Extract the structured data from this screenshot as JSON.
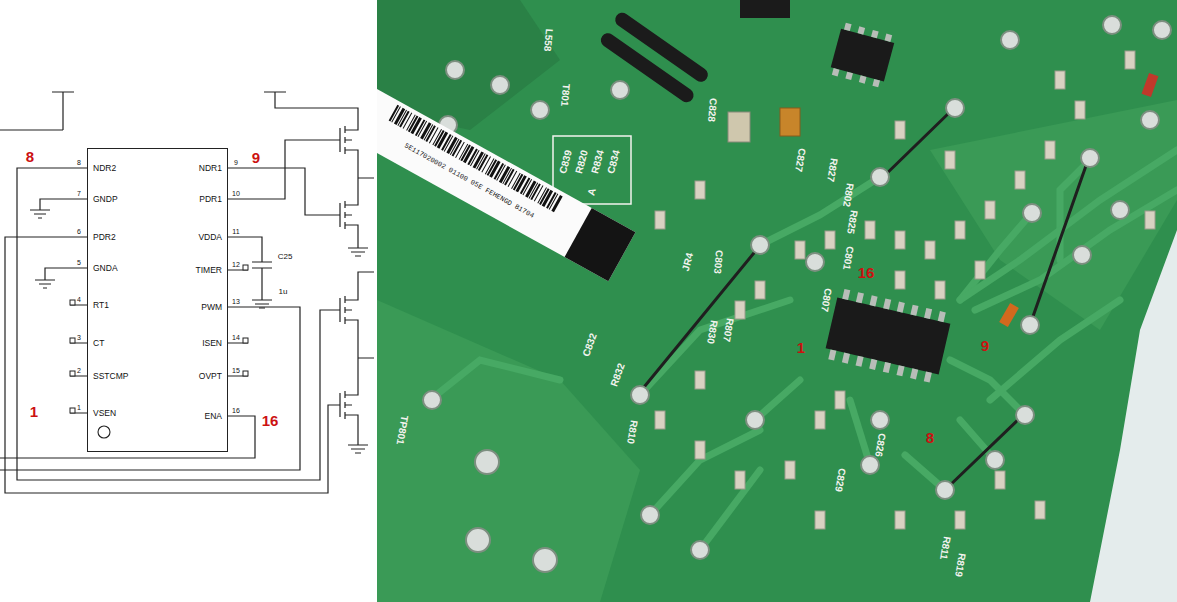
{
  "diagram": {
    "nodes": [
      {
        "text": [
          "NDR2",
          "GNDP",
          "PDR2",
          "GNDA",
          "RT1",
          "CT",
          "SSTCMP",
          "VSEN",
          "NDR1",
          "PDR1",
          "VDDA",
          "TIMER",
          "PWM",
          "ISEN",
          "OVPT",
          "ENA"
        ]
      }
    ],
    "labels": [
      "8",
      "9",
      "1",
      "16",
      "8",
      "7",
      "6",
      "5",
      "4",
      "3",
      "2",
      "1",
      "9",
      "10",
      "11",
      "12",
      "13",
      "14",
      "15",
      "16",
      "C25",
      "1u",
      "16",
      "1",
      "9",
      "8",
      "5E117020002 01100 05E FEHENGD 81704",
      "T801",
      "L558",
      "C828",
      "C827",
      "C834",
      "R834",
      "R820",
      "C839",
      "A",
      "JR4",
      "C803",
      "R827",
      "R802",
      "R825",
      "C801",
      "C807",
      "R830",
      "R807",
      "C832",
      "R832",
      "TP801",
      "R810",
      "C826",
      "C829",
      "R811",
      "R819"
    ]
  }
}
